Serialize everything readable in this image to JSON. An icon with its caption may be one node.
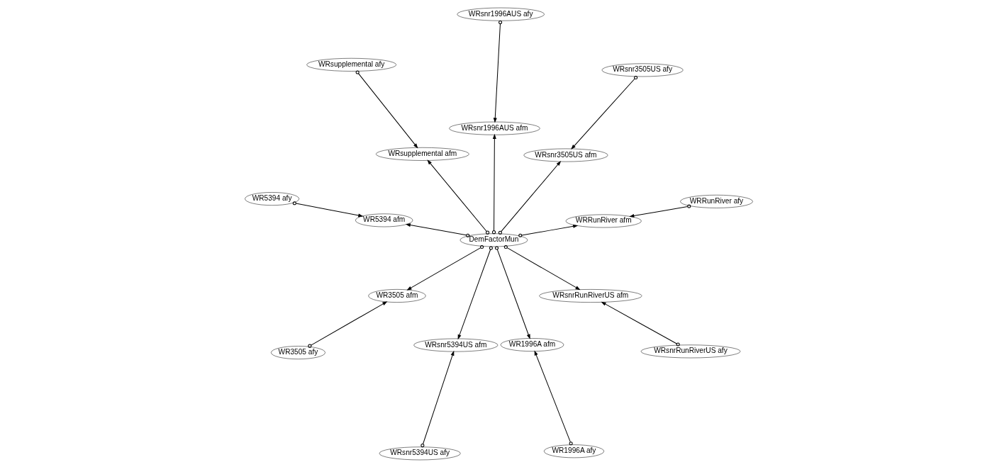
{
  "diagram": {
    "nodes": [
      {
        "text": [
          "WR3505 afy"
        ]
      },
      {
        "text": [
          "WR3505 afm"
        ]
      },
      {
        "text": [
          "WR5394 afm"
        ]
      },
      {
        "text": [
          "WR5394 afy"
        ]
      },
      {
        "text": [
          "WRsnr3505US afy"
        ]
      },
      {
        "text": [
          "WRsnr3505US afm"
        ]
      },
      {
        "text": [
          "WRsnr5394US afm"
        ]
      },
      {
        "text": [
          "WRsnr5394US afy"
        ]
      },
      {
        "text": [
          "DemFactorMun"
        ]
      },
      {
        "text": [
          "WR1996A afy"
        ]
      },
      {
        "text": [
          "WR1996A afm"
        ]
      },
      {
        "text": [
          "WRRunRiver afm"
        ]
      },
      {
        "text": [
          "WRRunRiver afy"
        ]
      },
      {
        "text": [
          "WRsnr1996AUS afy"
        ]
      },
      {
        "text": [
          "WRsnr1996AUS afm"
        ]
      },
      {
        "text": [
          "WRsnrRunRiverUS afm"
        ]
      },
      {
        "text": [
          "WRsnrRunRiverUS afy"
        ]
      },
      {
        "text": [
          "WRsupplemental afy"
        ]
      },
      {
        "text": [
          "WRsupplemental afm"
        ]
      }
    ],
    "edges": [
      {
        "from": 0,
        "to": 1,
        "arrow": "to"
      },
      {
        "from": 3,
        "to": 2,
        "arrow": "to"
      },
      {
        "from": 4,
        "to": 5,
        "arrow": "to"
      },
      {
        "from": 7,
        "to": 6,
        "arrow": "to"
      },
      {
        "from": 9,
        "to": 10,
        "arrow": "to"
      },
      {
        "from": 12,
        "to": 11,
        "arrow": "to"
      },
      {
        "from": 13,
        "to": 14,
        "arrow": "to"
      },
      {
        "from": 16,
        "to": 15,
        "arrow": "to"
      },
      {
        "from": 17,
        "to": 18,
        "arrow": "to"
      },
      {
        "from": 8,
        "to": 1,
        "arrow": "to"
      },
      {
        "from": 8,
        "to": 5,
        "arrow": "to"
      },
      {
        "from": 8,
        "to": 10,
        "arrow": "to"
      },
      {
        "from": 8,
        "to": 14,
        "arrow": "to"
      },
      {
        "from": 8,
        "to": 18,
        "arrow": "to"
      },
      {
        "from": 8,
        "to": 2,
        "arrow": "to"
      },
      {
        "from": 8,
        "to": 6,
        "arrow": "to"
      },
      {
        "from": 8,
        "to": 11,
        "arrow": "to"
      },
      {
        "from": 8,
        "to": 15,
        "arrow": "to"
      }
    ]
  }
}
